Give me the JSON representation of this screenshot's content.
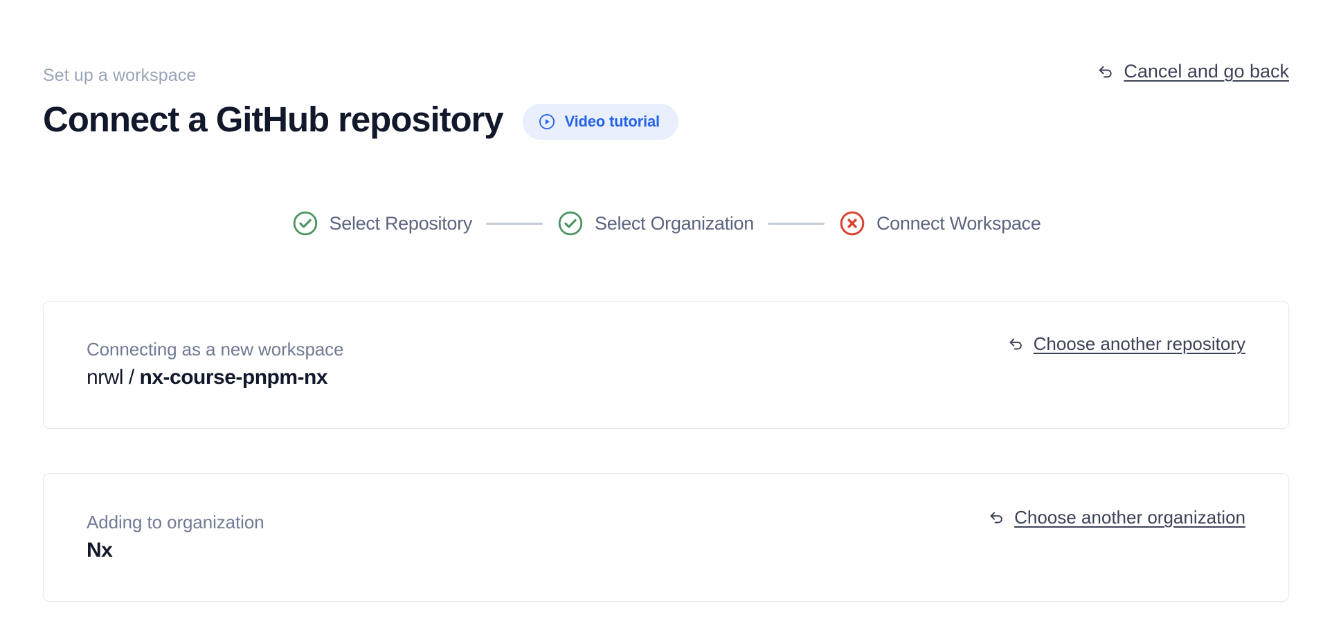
{
  "page": {
    "background": "#ffffff",
    "accent_blue": "#2563eb",
    "success_green": "#4c9460",
    "error_red": "#d9432c",
    "title_color": "#12182b",
    "muted_color": "#9aa4b8"
  },
  "header": {
    "eyebrow": "Set up a workspace",
    "title": "Connect a GitHub repository",
    "video_badge": {
      "label": "Video tutorial",
      "icon": "play-circle-icon",
      "background": "#e9effc",
      "text_color": "#2563eb"
    },
    "cancel": {
      "label": "Cancel and go back",
      "icon": "back-arrow-icon"
    }
  },
  "stepper": {
    "steps": [
      {
        "label": "Select Repository",
        "state": "complete",
        "icon": "check-circle-icon",
        "color": "#4c9460"
      },
      {
        "label": "Select Organization",
        "state": "complete",
        "icon": "check-circle-icon",
        "color": "#4c9460"
      },
      {
        "label": "Connect Workspace",
        "state": "error",
        "icon": "x-circle-icon",
        "color": "#d9432c"
      }
    ],
    "connector_color": "#c3cada"
  },
  "cards": [
    {
      "id": "repo",
      "caption": "Connecting as a new workspace",
      "value_owner": "nrwl",
      "value_separator": " / ",
      "value_name": "nx-course-pnpm-nx",
      "action": {
        "label": "Choose another repository",
        "icon": "back-arrow-icon"
      }
    },
    {
      "id": "org",
      "caption": "Adding to organization",
      "value_owner": "",
      "value_separator": "",
      "value_name": "Nx",
      "action": {
        "label": "Choose another organization",
        "icon": "back-arrow-icon"
      }
    }
  ]
}
